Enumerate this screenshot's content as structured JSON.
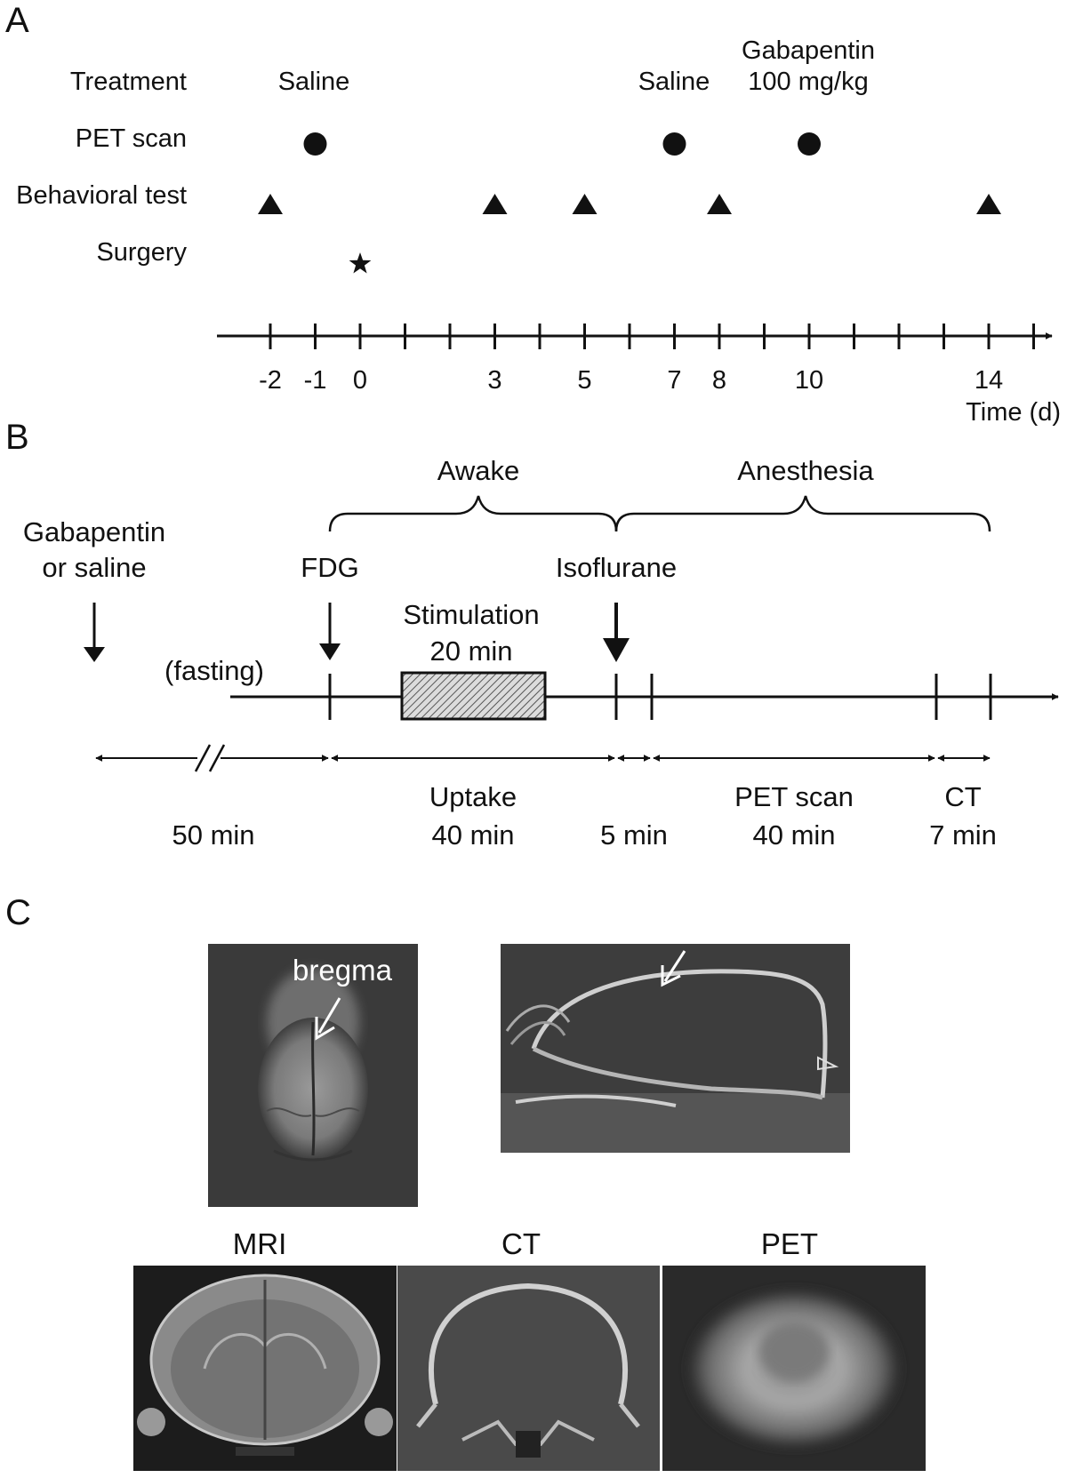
{
  "panels": {
    "a": "A",
    "b": "B",
    "c": "C"
  },
  "panel_a": {
    "rows": {
      "treatment": "Treatment",
      "pet_scan": "PET scan",
      "behavioral_test": "Behavioral test",
      "surgery": "Surgery"
    },
    "treatments": {
      "saline_1": "Saline",
      "saline_2": "Saline",
      "gabapentin_line1": "Gabapentin",
      "gabapentin_line2": "100 mg/kg"
    },
    "pet_scan_days": [
      -1,
      7,
      10
    ],
    "behavioral_test_days": [
      -2,
      3,
      5,
      8,
      14
    ],
    "surgery_days": [
      0
    ],
    "axis": {
      "label": "Time (d)",
      "min_day": -2,
      "max_day": 16,
      "tick_labels": [
        "-2",
        "-1",
        "0",
        "3",
        "5",
        "7",
        "8",
        "10",
        "14"
      ],
      "tick_label_days": [
        -2,
        -1,
        0,
        3,
        5,
        7,
        8,
        10,
        14
      ]
    }
  },
  "panel_b": {
    "brace_labels": {
      "awake": "Awake",
      "anesthesia": "Anesthesia"
    },
    "events": {
      "gabapentin_line1": "Gabapentin",
      "gabapentin_line2": "or saline",
      "fdg": "FDG",
      "isoflurane": "Isoflurane",
      "fasting": "(fasting)",
      "stimulation_line1": "Stimulation",
      "stimulation_line2": "20 min"
    },
    "intervals": {
      "fasting_duration": "50 min",
      "uptake_line1": "Uptake",
      "uptake_line2": "40 min",
      "transfer_duration": "5 min",
      "pet_line1": "PET scan",
      "pet_line2": "40 min",
      "ct_line1": "CT",
      "ct_line2": "7 min"
    }
  },
  "panel_c": {
    "bregma": "bregma",
    "mri": "MRI",
    "ct": "CT",
    "pet": "PET"
  }
}
